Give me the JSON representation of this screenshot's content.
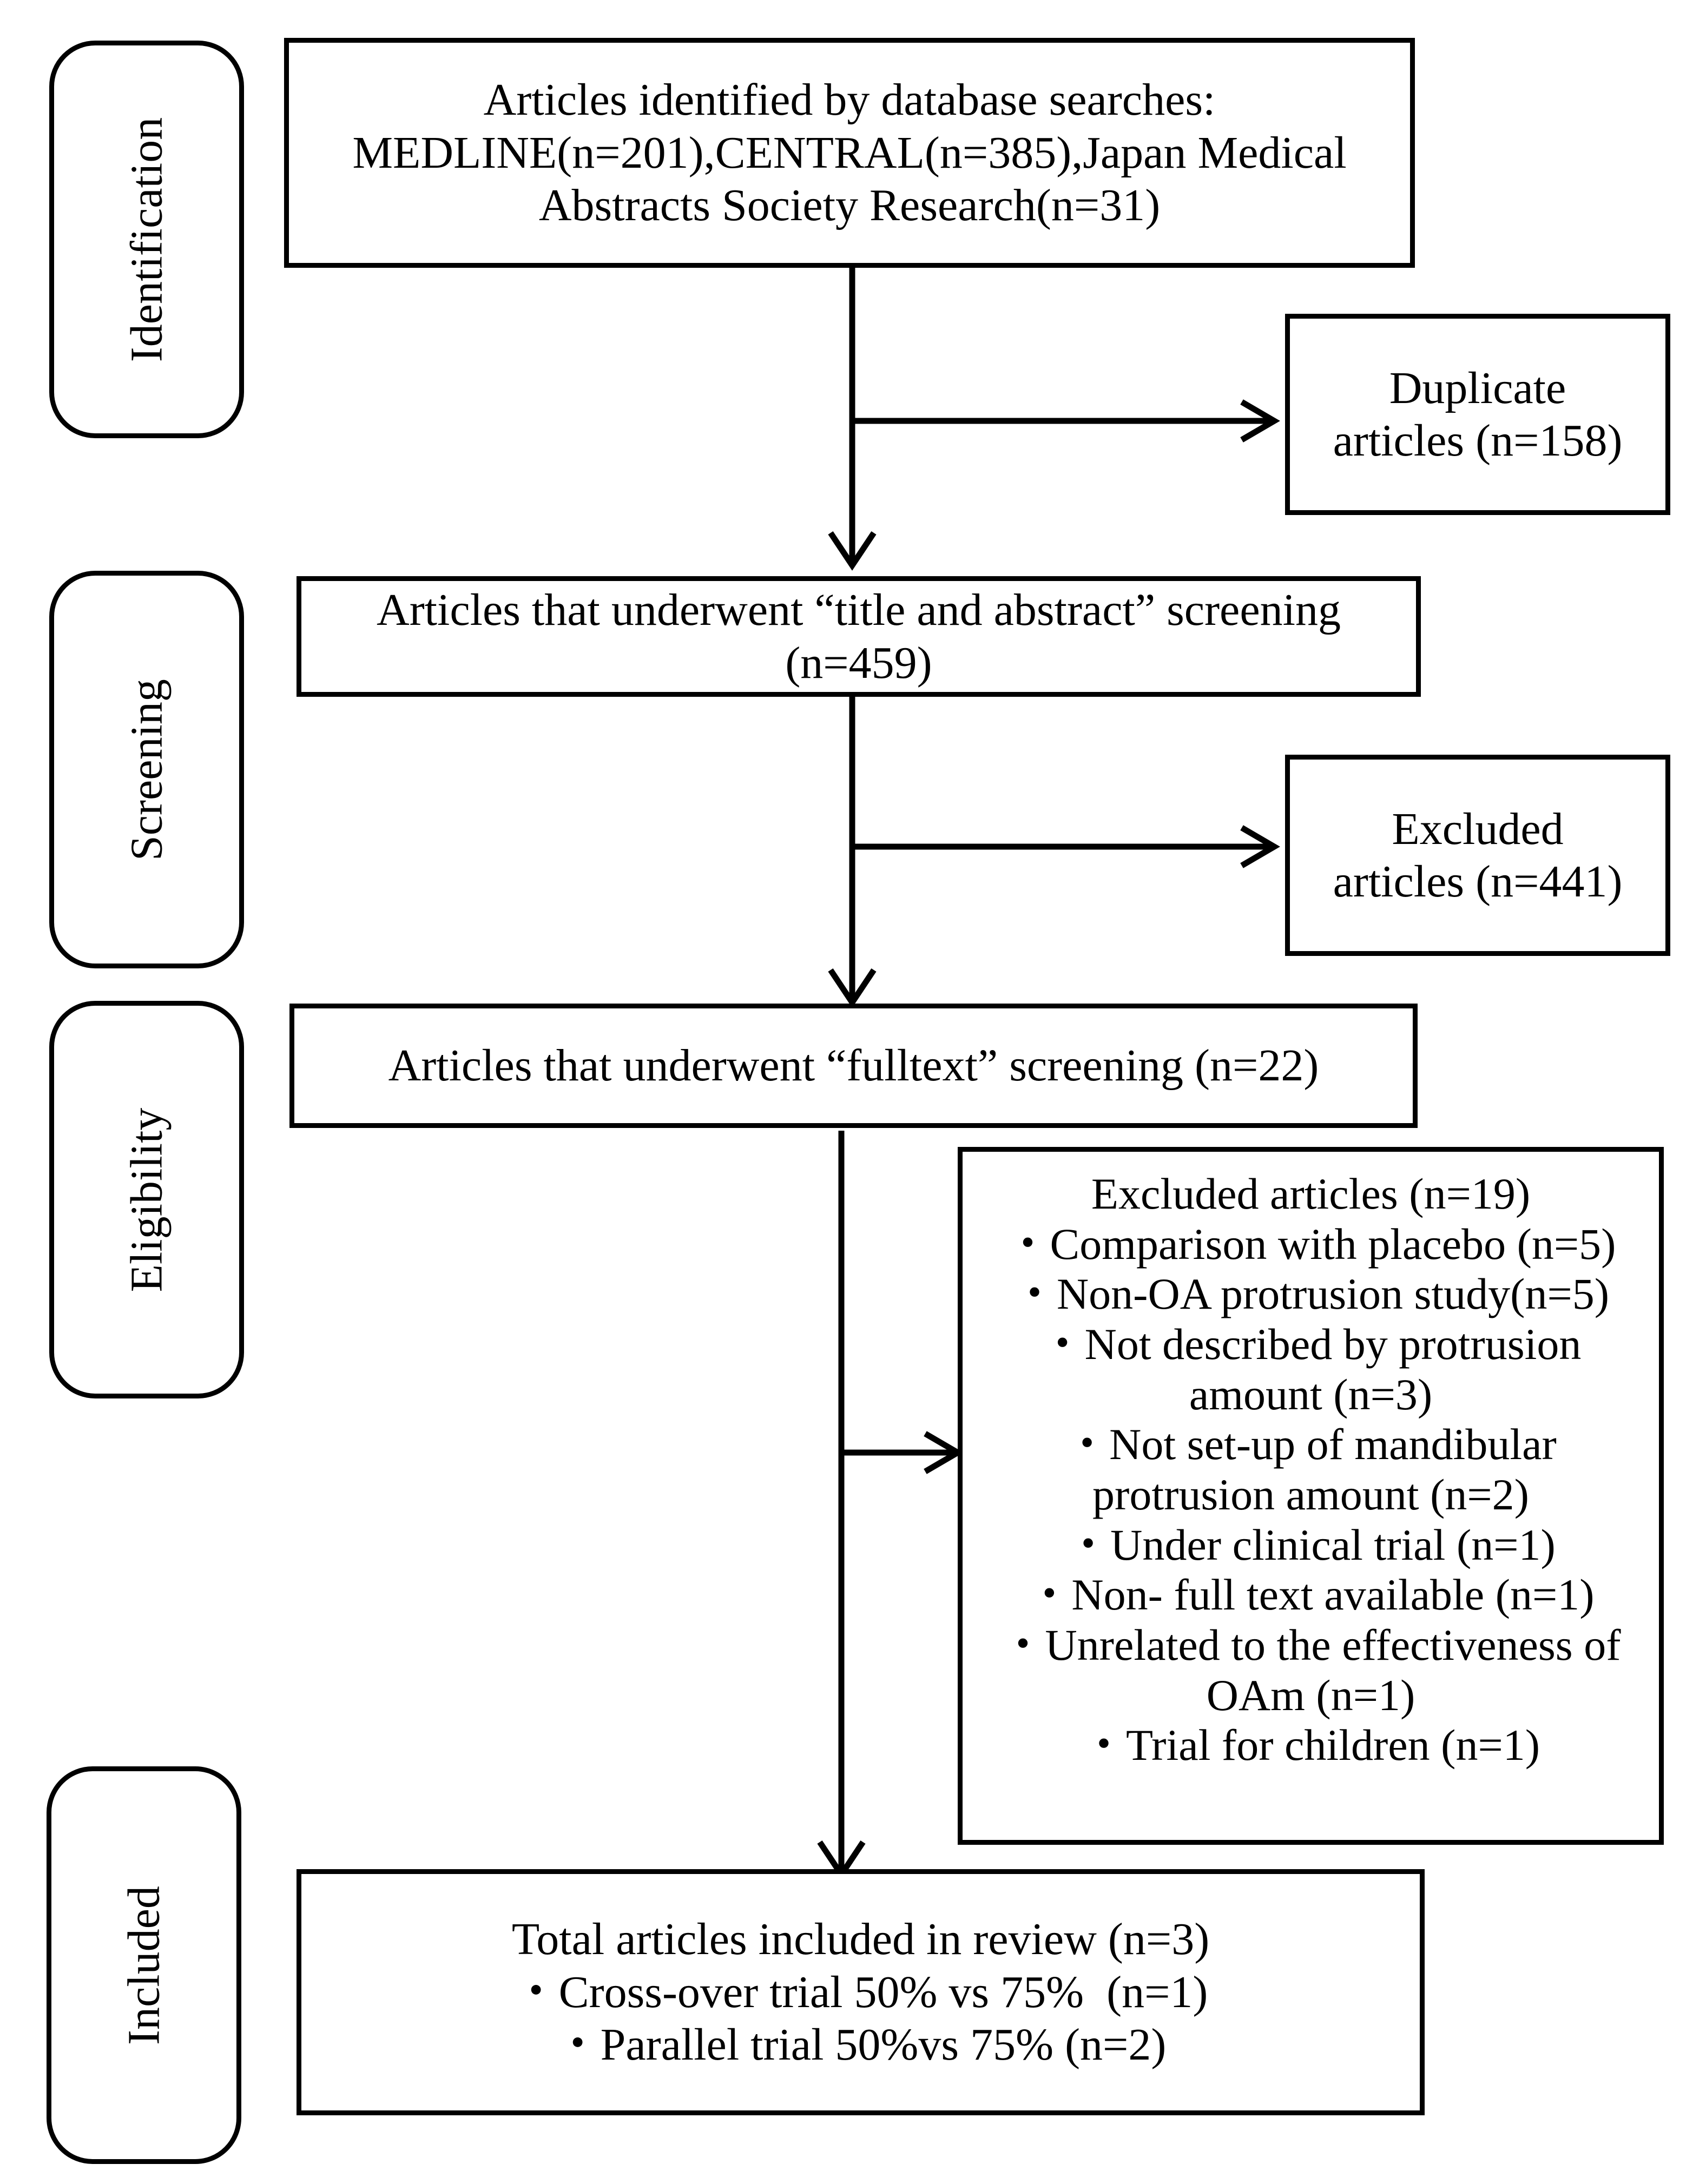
{
  "stages": {
    "identification": "Identification",
    "screening": "Screening",
    "eligibility": "Eligibility",
    "included": "Included"
  },
  "boxes": {
    "identified": {
      "lines": [
        "Articles identified by database searches:",
        "MEDLINE(n=201),CENTRAL(n=385),Japan Medical",
        "Abstracts Society Research(n=31)"
      ]
    },
    "duplicates": {
      "lines": [
        "Duplicate",
        "articles (n=158)"
      ]
    },
    "title_abstract": {
      "lines": [
        "Articles that underwent “title and abstract” screening",
        "(n=459)"
      ]
    },
    "excluded_screen": {
      "lines": [
        "Excluded",
        "articles (n=441)"
      ]
    },
    "fulltext": {
      "lines": [
        "Articles that underwent “fulltext” screening (n=22)"
      ]
    },
    "excluded_full": {
      "lines": [
        "Excluded articles (n=19)",
        "・Comparison with placebo (n=5)",
        "・Non-OA protrusion study(n=5)",
        "・Not described by protrusion",
        "amount (n=3)",
        "・Not set-up of mandibular",
        "protrusion amount (n=2)",
        "・Under clinical trial (n=1)",
        "・Non- full text available (n=1)",
        "・Unrelated to the effectiveness of",
        "OAm (n=1)",
        "・Trial for children (n=1)"
      ]
    },
    "included": {
      "lines": [
        "Total articles included in review (n=3)",
        "・Cross-over trial 50% vs 75%  (n=1)",
        "・Parallel trial 50%vs 75% (n=2)"
      ]
    }
  }
}
